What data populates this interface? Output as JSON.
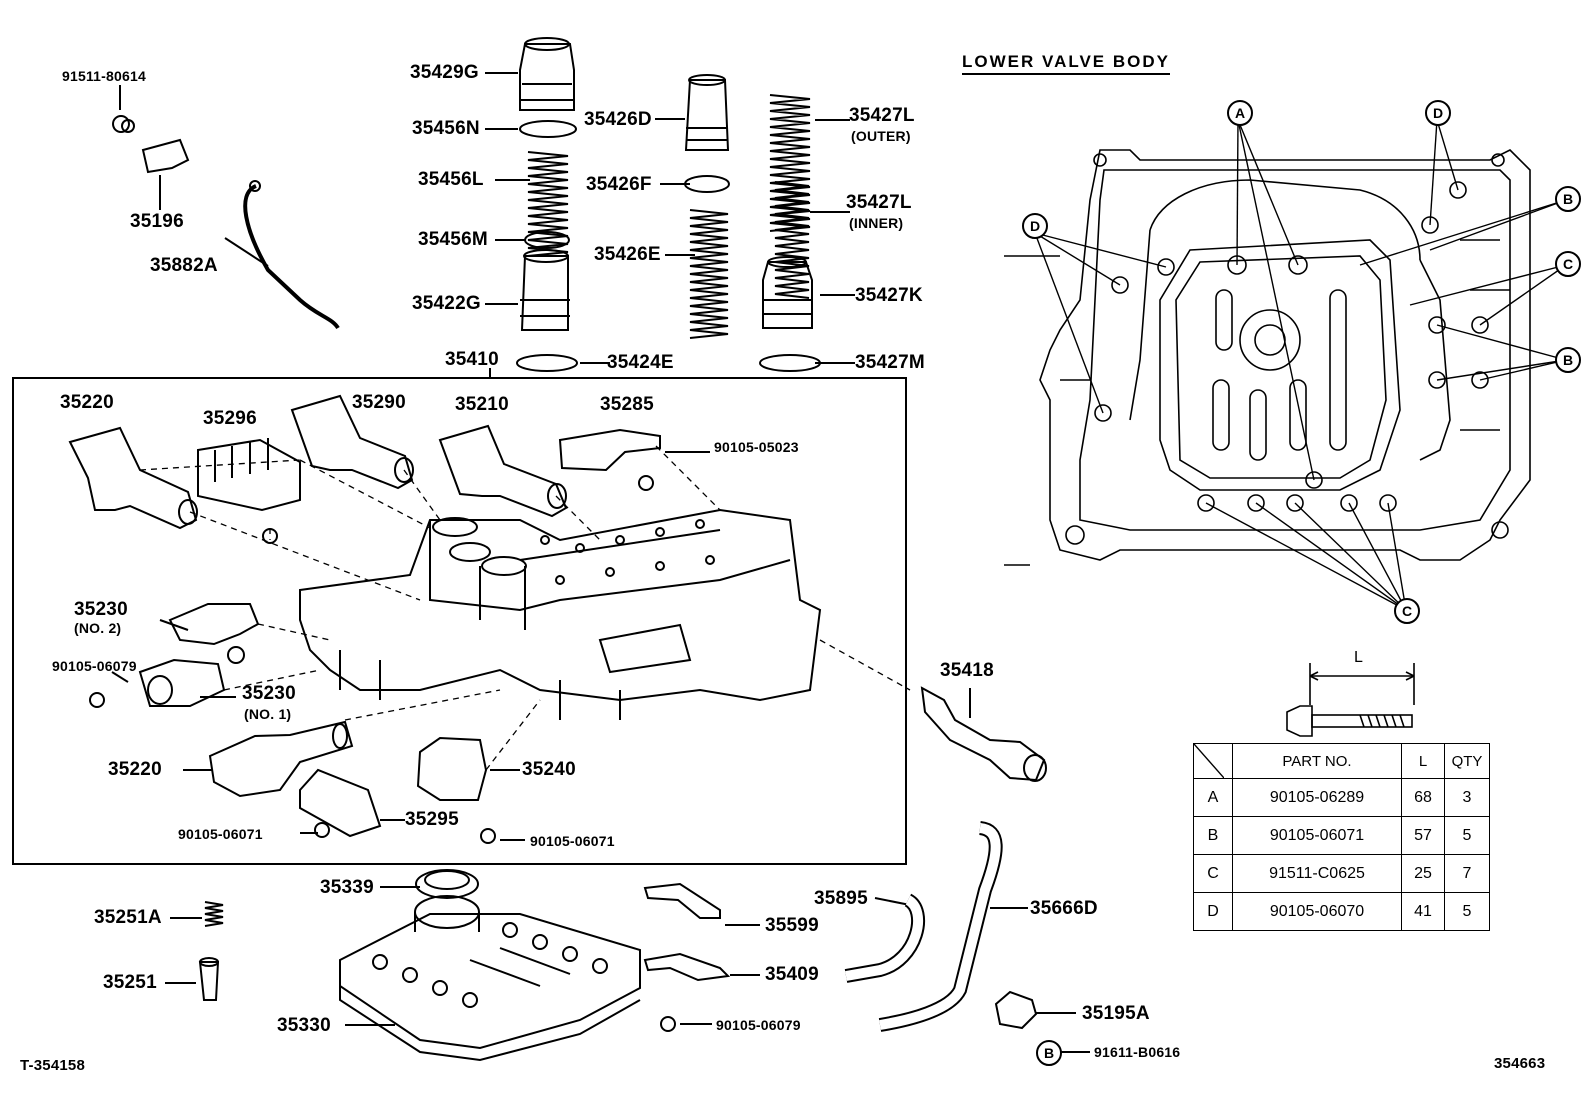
{
  "diagram": {
    "section_title": "LOWER VALVE BODY",
    "footer_left": "T-354158",
    "footer_right": "354663",
    "labels": [
      {
        "id": "p91511_80614",
        "text": "91511-80614"
      },
      {
        "id": "p35196",
        "text": "35196"
      },
      {
        "id": "p35882A",
        "text": "35882A"
      },
      {
        "id": "p35429G",
        "text": "35429G"
      },
      {
        "id": "p35456N",
        "text": "35456N"
      },
      {
        "id": "p35456L",
        "text": "35456L"
      },
      {
        "id": "p35456M",
        "text": "35456M"
      },
      {
        "id": "p35422G",
        "text": "35422G"
      },
      {
        "id": "p35426D",
        "text": "35426D"
      },
      {
        "id": "p35426F",
        "text": "35426F"
      },
      {
        "id": "p35426E",
        "text": "35426E"
      },
      {
        "id": "p35427L_outer",
        "text": "35427L"
      },
      {
        "id": "p35427L_outer_note",
        "text": "(OUTER)"
      },
      {
        "id": "p35427L_inner",
        "text": "35427L"
      },
      {
        "id": "p35427L_inner_note",
        "text": "(INNER)"
      },
      {
        "id": "p35427K",
        "text": "35427K"
      },
      {
        "id": "p35424E",
        "text": "35424E"
      },
      {
        "id": "p35427M",
        "text": "35427M"
      },
      {
        "id": "p35410",
        "text": "35410"
      },
      {
        "id": "p35220a",
        "text": "35220"
      },
      {
        "id": "p35296",
        "text": "35296"
      },
      {
        "id": "p35290",
        "text": "35290"
      },
      {
        "id": "p35210",
        "text": "35210"
      },
      {
        "id": "p35285",
        "text": "35285"
      },
      {
        "id": "p90105_05023",
        "text": "90105-05023"
      },
      {
        "id": "p35230_no2",
        "text": "35230"
      },
      {
        "id": "p35230_no2_note",
        "text": "(NO. 2)"
      },
      {
        "id": "p90105_06079a",
        "text": "90105-06079"
      },
      {
        "id": "p35230_no1",
        "text": "35230"
      },
      {
        "id": "p35230_no1_note",
        "text": "(NO. 1)"
      },
      {
        "id": "p35220b",
        "text": "35220"
      },
      {
        "id": "p35240",
        "text": "35240"
      },
      {
        "id": "p90105_06071a",
        "text": "90105-06071"
      },
      {
        "id": "p35295",
        "text": "35295"
      },
      {
        "id": "p90105_06071b",
        "text": "90105-06071"
      },
      {
        "id": "p35418",
        "text": "35418"
      },
      {
        "id": "p35339",
        "text": "35339"
      },
      {
        "id": "p35251A",
        "text": "35251A"
      },
      {
        "id": "p35251",
        "text": "35251"
      },
      {
        "id": "p35330",
        "text": "35330"
      },
      {
        "id": "p35599",
        "text": "35599"
      },
      {
        "id": "p35409",
        "text": "35409"
      },
      {
        "id": "p90105_06079b",
        "text": "90105-06079"
      },
      {
        "id": "p35895",
        "text": "35895"
      },
      {
        "id": "p35666D",
        "text": "35666D"
      },
      {
        "id": "p35195A",
        "text": "35195A"
      },
      {
        "id": "p91611_B0616",
        "text": "91611-B0616"
      }
    ],
    "bolt_dimension_label": "L",
    "bubbles": [
      "A",
      "D",
      "D",
      "B",
      "C",
      "B",
      "C",
      "B"
    ]
  },
  "bolt_table": {
    "headers": {
      "part_no": "PART NO.",
      "l": "L",
      "qty": "QTY"
    },
    "rows": [
      {
        "key": "A",
        "part_no": "90105-06289",
        "l": "68",
        "qty": "3"
      },
      {
        "key": "B",
        "part_no": "90105-06071",
        "l": "57",
        "qty": "5"
      },
      {
        "key": "C",
        "part_no": "91511-C0625",
        "l": "25",
        "qty": "7"
      },
      {
        "key": "D",
        "part_no": "90105-06070",
        "l": "41",
        "qty": "5"
      }
    ]
  }
}
